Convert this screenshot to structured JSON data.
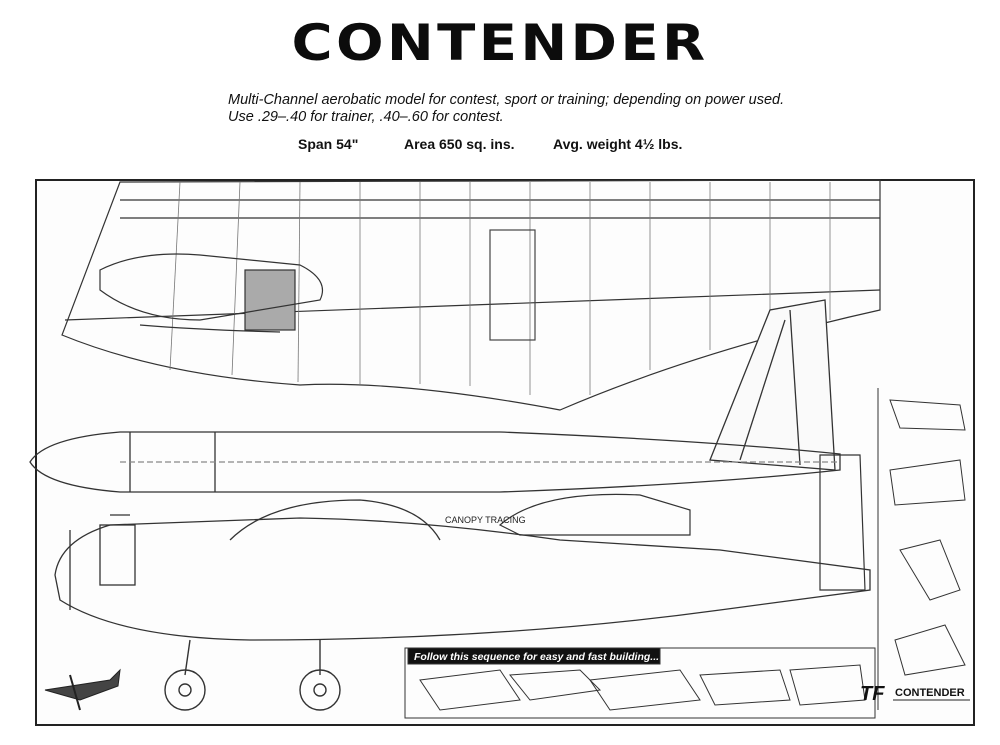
{
  "header": {
    "title": "CONTENDER",
    "description": "Multi-Channel aerobatic model for contest, sport or training; depending on power used. Use .29–.40 for trainer, .40–.60 for contest."
  },
  "specs": {
    "span": "Span 54\"",
    "area": "Area 650 sq. ins.",
    "weight": "Avg. weight 4½ lbs."
  },
  "plan": {
    "sequence_banner": "Follow this sequence for easy and fast building...",
    "canopy_label": "CANOPY TRACING",
    "brand_mark": "TF",
    "footer_name": "CONTENDER"
  }
}
